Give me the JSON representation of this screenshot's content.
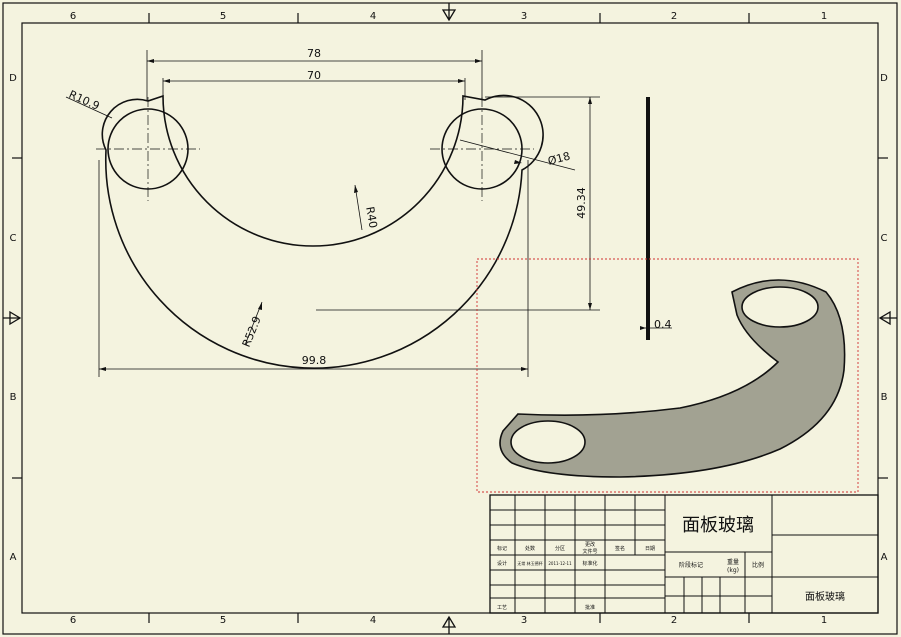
{
  "drawing": {
    "colors": {
      "background": "#f4f3df",
      "line": "#111111",
      "preview_fill": "#a2a292",
      "preview_frame": "#d03030"
    },
    "zone_columns": [
      "6",
      "5",
      "4",
      "3",
      "2",
      "1"
    ],
    "zone_rows": [
      "D",
      "C",
      "B",
      "A"
    ],
    "dimensions": {
      "width_outer": "78",
      "width_inner": "70",
      "overall_width": "99.8",
      "height": "49.34",
      "outer_radius": "R52.9",
      "inner_radius": "R40",
      "corner_radius": "R10.9",
      "hole_diameter": "Ø18",
      "thickness": "0.4"
    }
  },
  "title_block": {
    "part_name": "面板玻璃",
    "part_name_small": "面板玻璃",
    "stage_mark": "阶段标记",
    "weight": "重量",
    "weight_unit": "(kg)",
    "scale": "比例",
    "labels": {
      "mark": "标记",
      "count": "处数",
      "zone": "分区",
      "change_doc_1": "更改",
      "change_doc_2": "文件号",
      "signature": "签名",
      "date": "日期",
      "design": "设计",
      "designer": "无常 林玉德杯",
      "design_date": "2011-12-11",
      "standardization": "标准化",
      "craft": "工艺",
      "approve": "批准"
    }
  }
}
